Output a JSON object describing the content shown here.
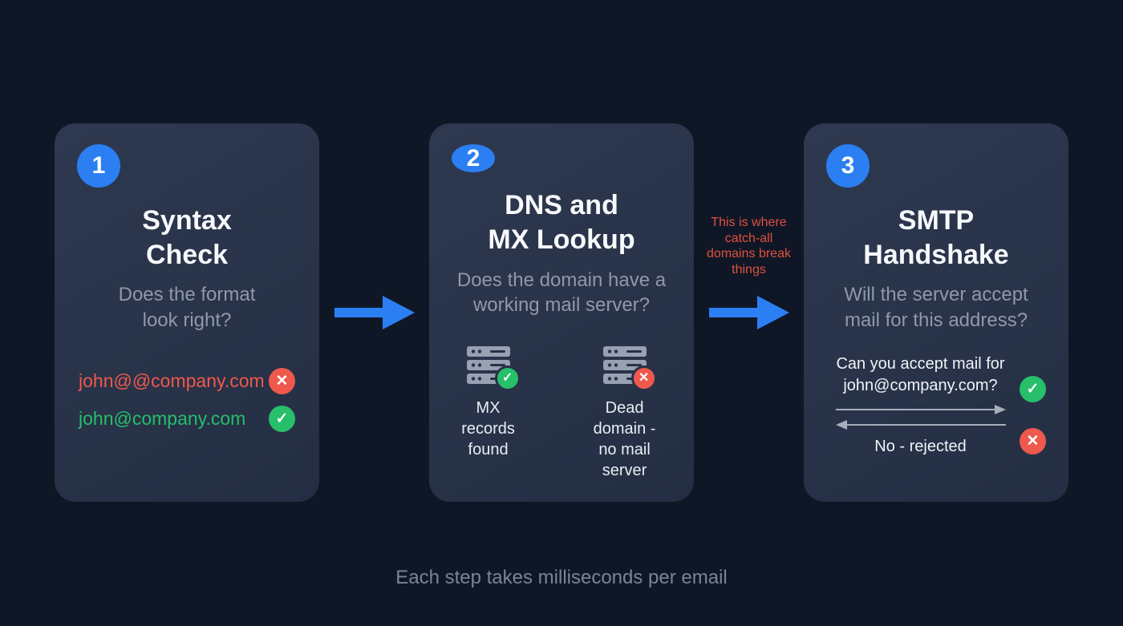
{
  "colors": {
    "background": "#0f1727",
    "card": "#2a3449",
    "accent-blue": "#2b7ff2",
    "fail-red": "#ee594c",
    "pass-green": "#27bf6a",
    "annotation-red": "#e0503c",
    "muted-text": "#8f99ab",
    "server-gray": "#97a1b2"
  },
  "steps": [
    {
      "number": "1",
      "title": "Syntax\nCheck",
      "subtitle": "Does the format\nlook right?",
      "examples": [
        {
          "email": "john@@company.com",
          "result": "fail"
        },
        {
          "email": "john@company.com",
          "result": "pass"
        }
      ]
    },
    {
      "number": "2",
      "title": "DNS and\nMX Lookup",
      "subtitle": "Does the domain have a\nworking mail server?",
      "outcomes": [
        {
          "label": "MX records\nfound",
          "result": "pass"
        },
        {
          "label": "Dead domain -\nno mail server",
          "result": "fail"
        }
      ]
    },
    {
      "number": "3",
      "title": "SMTP\nHandshake",
      "subtitle": "Will the server accept\nmail for this address?",
      "request": "Can you accept mail for\njohn@company.com?",
      "request_result": "pass",
      "response": "No - rejected",
      "response_result": "fail"
    }
  ],
  "annotation": "This is where\ncatch-all\ndomains break\nthings",
  "footer": "Each step takes milliseconds per email",
  "icons": {
    "check": "✓",
    "cross": "✕"
  }
}
